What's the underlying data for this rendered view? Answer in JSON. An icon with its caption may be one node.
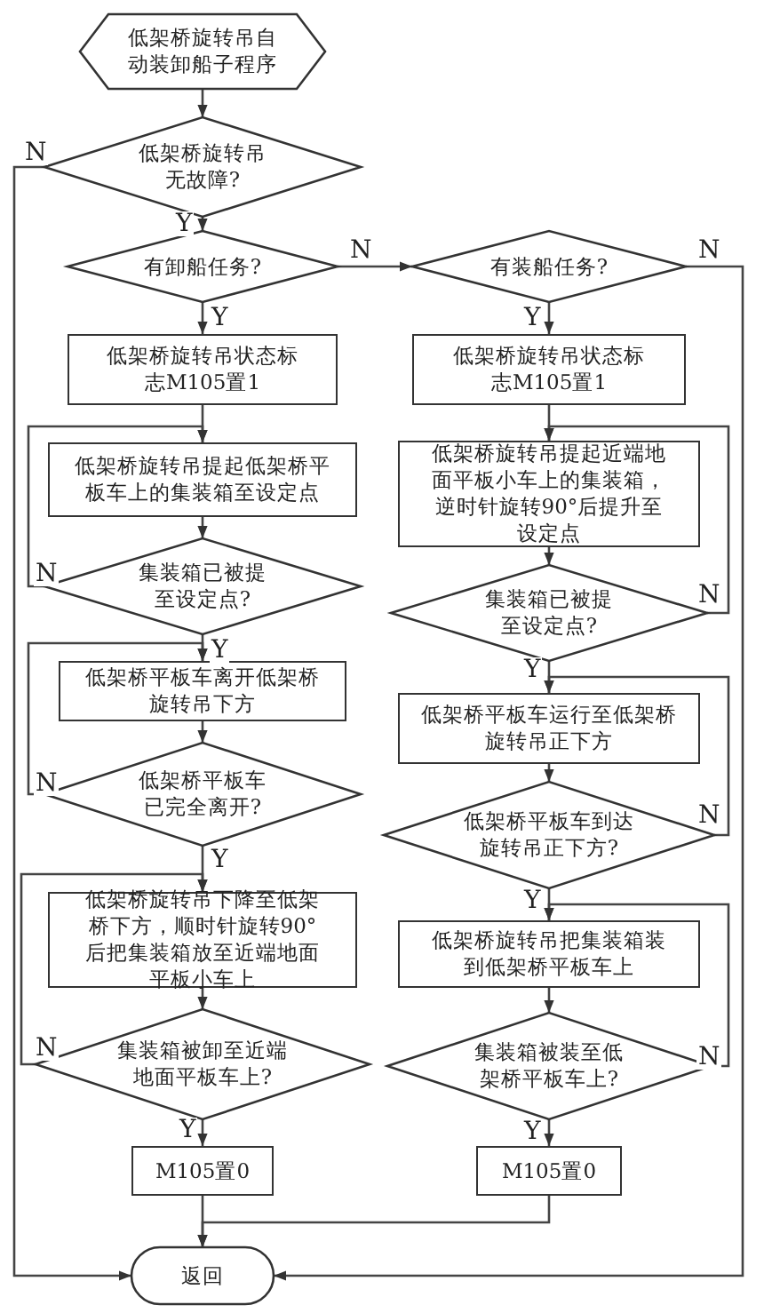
{
  "diagram": {
    "nodes": [
      {
        "text": [
          "低架桥旋转吊自动装卸船子程序"
        ]
      },
      {
        "text": [
          "低架桥旋转吊无故障?"
        ]
      },
      {
        "text": [
          "有卸船任务?"
        ]
      },
      {
        "text": [
          "有装船任务?"
        ]
      },
      {
        "text": [
          "低架桥旋转吊状态标志M105置1"
        ]
      },
      {
        "text": [
          "低架桥旋转吊状态标志M105置1"
        ]
      },
      {
        "text": [
          "低架桥旋转吊提起低架桥平板车上的集装箱至设定点"
        ]
      },
      {
        "text": [
          "低架桥旋转吊提起近端地面平板小车上的集装箱，逆时针旋转90°后提升至设定点"
        ]
      },
      {
        "text": [
          "集装箱已被提至设定点?"
        ]
      },
      {
        "text": [
          "集装箱已被提至设定点?"
        ]
      },
      {
        "text": [
          "低架桥平板车离开低架桥旋转吊下方"
        ]
      },
      {
        "text": [
          "低架桥平板车运行至低架桥旋转吊正下方"
        ]
      },
      {
        "text": [
          "低架桥平板车已完全离开?"
        ]
      },
      {
        "text": [
          "低架桥平板车到达旋转吊正下方?"
        ]
      },
      {
        "text": [
          "低架桥旋转吊下降至低架桥下方，顺时针旋转90°后把集装箱放至近端地面平板小车上"
        ]
      },
      {
        "text": [
          "低架桥旋转吊把集装箱装到低架桥平板车上"
        ]
      },
      {
        "text": [
          "集装箱被卸至近端地面平板车上?"
        ]
      },
      {
        "text": [
          "集装箱被装至低架桥平板车上?"
        ]
      },
      {
        "text": [
          "M105置0"
        ]
      },
      {
        "text": [
          "M105置0"
        ]
      },
      {
        "text": [
          "返回"
        ]
      }
    ],
    "edges": [
      {
        "from": 0,
        "to": 1,
        "arrow": "to"
      },
      {
        "from": 1,
        "to": 2,
        "arrow": "to",
        "label": "Y"
      },
      {
        "from": 1,
        "to": 20,
        "arrow": "to",
        "label": "N"
      },
      {
        "from": 2,
        "to": 4,
        "arrow": "to",
        "label": "Y"
      },
      {
        "from": 2,
        "to": 3,
        "arrow": "to",
        "label": "N"
      },
      {
        "from": 3,
        "to": 5,
        "arrow": "to",
        "label": "Y"
      },
      {
        "from": 3,
        "to": 20,
        "arrow": "to",
        "label": "N"
      },
      {
        "from": 4,
        "to": 6,
        "arrow": "to"
      },
      {
        "from": 5,
        "to": 7,
        "arrow": "to"
      },
      {
        "from": 6,
        "to": 8,
        "arrow": "to"
      },
      {
        "from": 7,
        "to": 9,
        "arrow": "to"
      },
      {
        "from": 8,
        "to": 6,
        "arrow": "to",
        "label": "N"
      },
      {
        "from": 8,
        "to": 10,
        "arrow": "to",
        "label": "Y"
      },
      {
        "from": 9,
        "to": 7,
        "arrow": "to",
        "label": "N"
      },
      {
        "from": 9,
        "to": 11,
        "arrow": "to",
        "label": "Y"
      },
      {
        "from": 10,
        "to": 12,
        "arrow": "to"
      },
      {
        "from": 11,
        "to": 13,
        "arrow": "to"
      },
      {
        "from": 12,
        "to": 10,
        "arrow": "to",
        "label": "N"
      },
      {
        "from": 12,
        "to": 14,
        "arrow": "to",
        "label": "Y"
      },
      {
        "from": 13,
        "to": 11,
        "arrow": "to",
        "label": "N"
      },
      {
        "from": 13,
        "to": 15,
        "arrow": "to",
        "label": "Y"
      },
      {
        "from": 14,
        "to": 16,
        "arrow": "to"
      },
      {
        "from": 15,
        "to": 17,
        "arrow": "to"
      },
      {
        "from": 16,
        "to": 14,
        "arrow": "to",
        "label": "N"
      },
      {
        "from": 16,
        "to": 18,
        "arrow": "to",
        "label": "Y"
      },
      {
        "from": 17,
        "to": 15,
        "arrow": "to",
        "label": "N"
      },
      {
        "from": 17,
        "to": 19,
        "arrow": "to",
        "label": "Y"
      },
      {
        "from": 18,
        "to": 20,
        "arrow": "to"
      },
      {
        "from": 19,
        "to": 20,
        "arrow": "to"
      }
    ]
  }
}
